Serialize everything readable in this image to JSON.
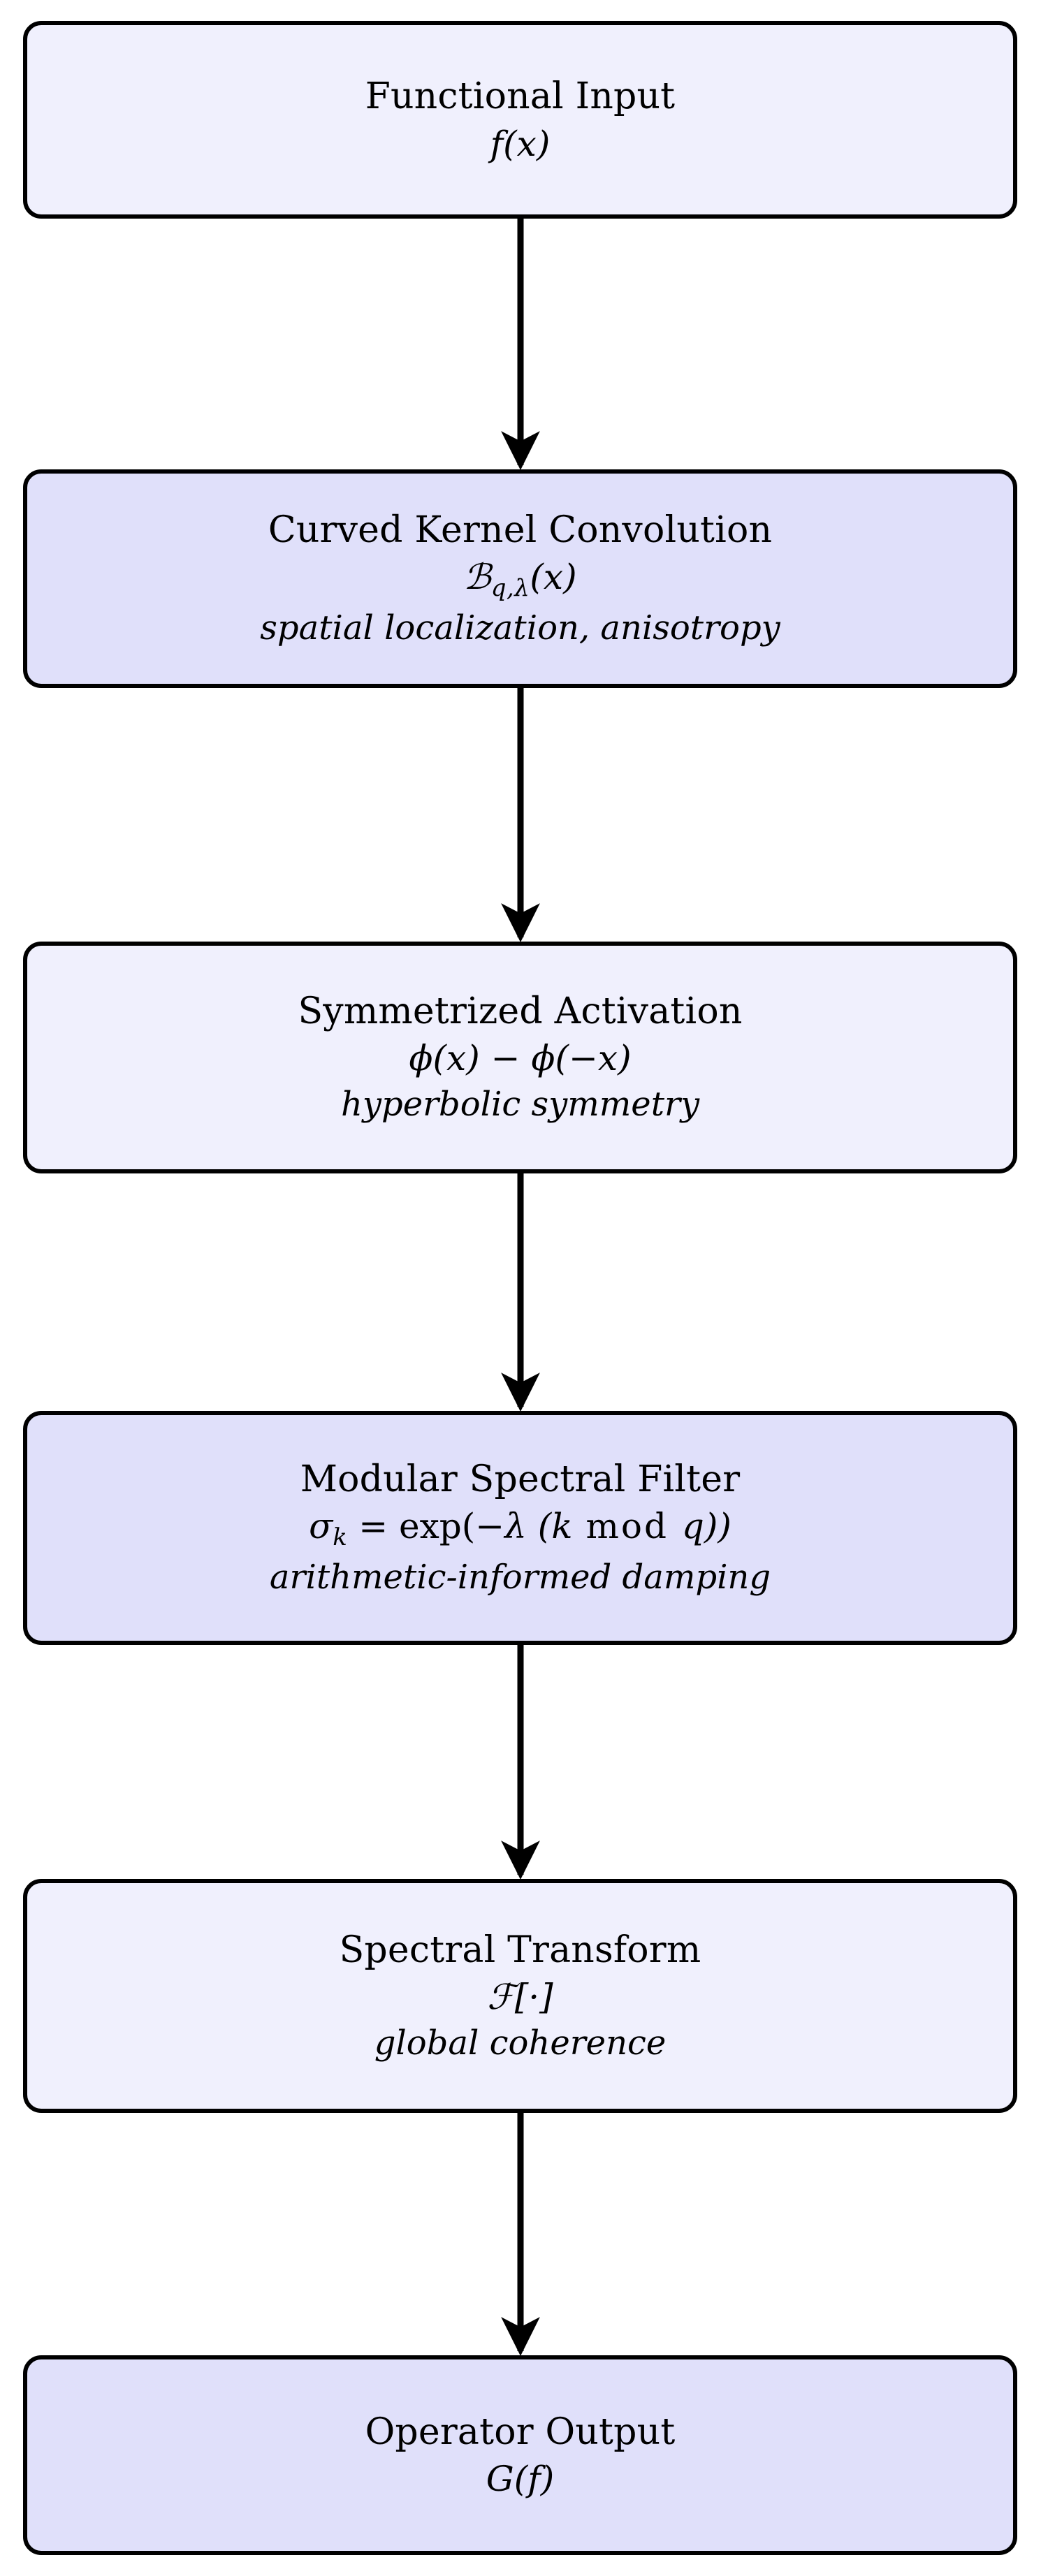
{
  "diagram": {
    "name": "curved-kernel-spectral-operator-pipeline",
    "orientation": "top-to-bottom",
    "colors": {
      "stroke": "#000000",
      "fill_light": "#f0f0fd",
      "fill_deep": "#e0e0fa",
      "background": "#ffffff",
      "text": "#000000"
    },
    "nodes": [
      {
        "id": "functional-input",
        "title": "Functional Input",
        "formula": "f(x)",
        "caption": "",
        "fill": "light"
      },
      {
        "id": "curved-kernel-convolution",
        "title": "Curved Kernel Convolution",
        "formula_lead": "ℬ",
        "formula_sub": "q,λ",
        "formula_tail": "(x)",
        "caption": "spatial localization, anisotropy",
        "fill": "deep"
      },
      {
        "id": "symmetrized-activation",
        "title": "Symmetrized Activation",
        "formula": "ϕ(x) − ϕ(−x)",
        "caption": "hyperbolic symmetry",
        "fill": "light"
      },
      {
        "id": "modular-spectral-filter",
        "title": "Modular Spectral Filter",
        "formula_lead": "σ",
        "formula_sub": "k",
        "formula_tail_rm": " = exp(",
        "formula_tail_math": "−λ (k",
        "formula_mod_rm": " mod ",
        "formula_tail_end": "q))",
        "caption": "arithmetic-informed damping",
        "fill": "deep"
      },
      {
        "id": "spectral-transform",
        "title": "Spectral Transform",
        "formula": "ℱ[·]",
        "caption": "global coherence",
        "fill": "light"
      },
      {
        "id": "operator-output",
        "title": "Operator Output",
        "formula": "G(f)",
        "caption": "",
        "fill": "deep"
      }
    ],
    "edges": [
      {
        "id": "edge-1",
        "from": "functional-input",
        "to": "curved-kernel-convolution"
      },
      {
        "id": "edge-2",
        "from": "curved-kernel-convolution",
        "to": "symmetrized-activation"
      },
      {
        "id": "edge-3",
        "from": "symmetrized-activation",
        "to": "modular-spectral-filter"
      },
      {
        "id": "edge-4",
        "from": "modular-spectral-filter",
        "to": "spectral-transform"
      },
      {
        "id": "edge-5",
        "from": "spectral-transform",
        "to": "operator-output"
      }
    ]
  }
}
